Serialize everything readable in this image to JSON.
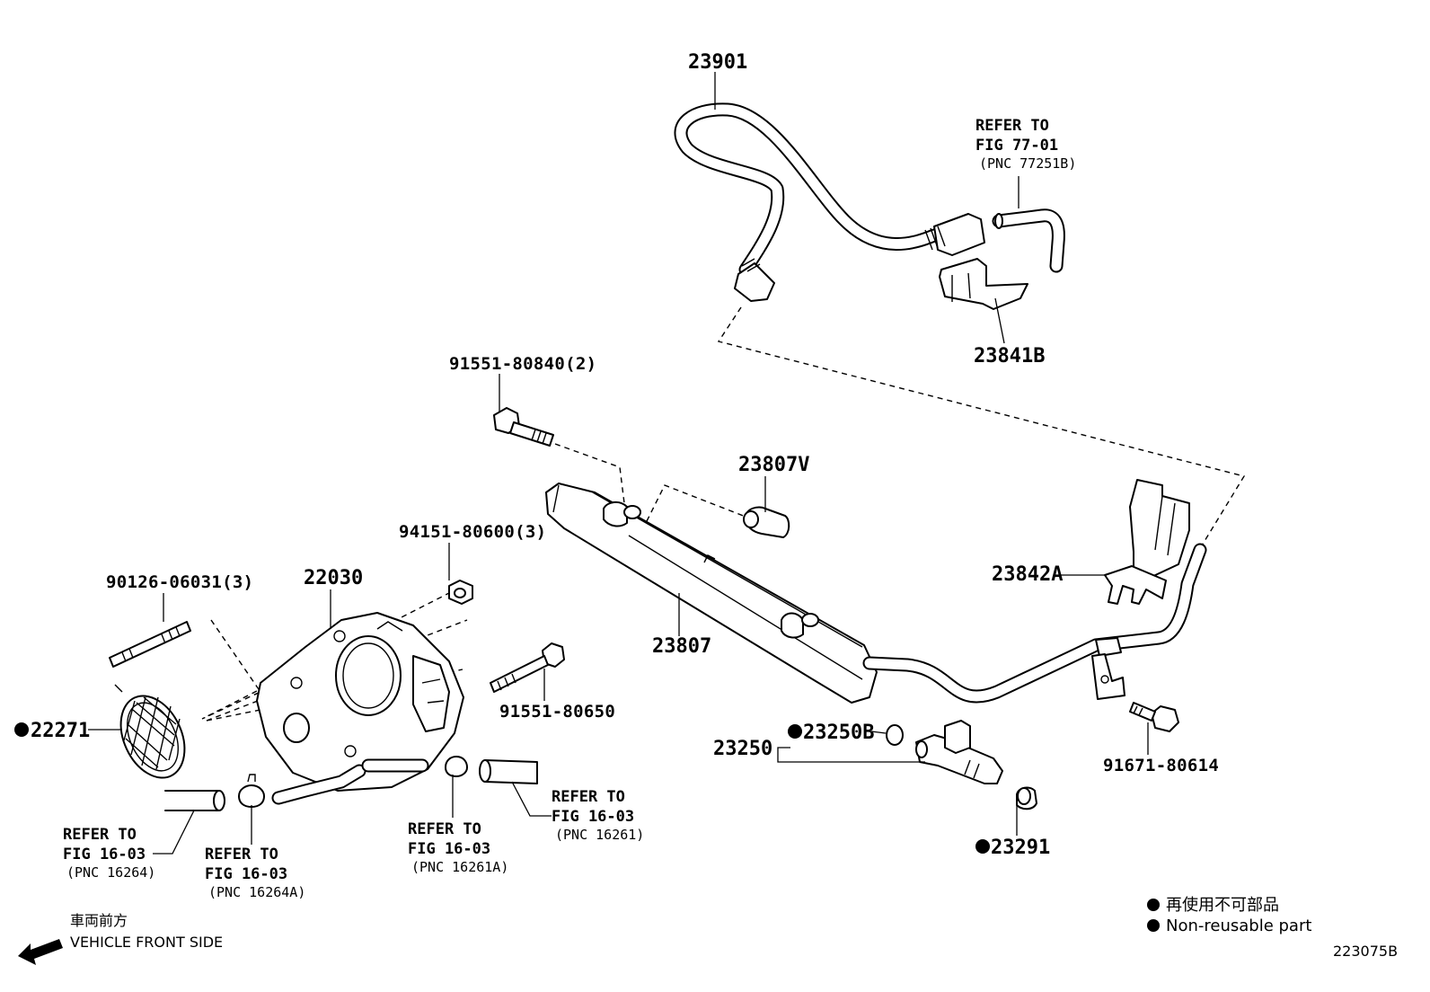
{
  "parts": {
    "fuel_hose": "23901",
    "clip_23841b": "23841B",
    "bolt_upper": "91551-80840(2)",
    "spacer": "23807V",
    "delivery_pipe": "23807",
    "clip_23842a": "23842A",
    "throttle_body": "22030",
    "nut": "94151-80600(3)",
    "stud": "90126-06031(3)",
    "gasket": "22271",
    "bolt_lower": "91551-80650",
    "bolt_right": "91671-80614",
    "injector": "23250",
    "o_ring": "23250B",
    "insulator": "23291"
  },
  "refs": {
    "fig77": {
      "line1": "REFER TO",
      "line2": "FIG 77-01",
      "line3": "(PNC 77251B)"
    },
    "pnc16264": {
      "line1": "REFER TO",
      "line2": "FIG 16-03",
      "line3": "(PNC 16264)"
    },
    "pnc16264a": {
      "line1": "REFER TO",
      "line2": "FIG 16-03",
      "line3": "(PNC 16264A)"
    },
    "pnc16261a": {
      "line1": "REFER TO",
      "line2": "FIG 16-03",
      "line3": "(PNC 16261A)"
    },
    "pnc16261": {
      "line1": "REFER TO",
      "line2": "FIG 16-03",
      "line3": "(PNC 16261)"
    }
  },
  "legend": {
    "jp": "再使用不可部品",
    "en": "Non-reusable part"
  },
  "front": {
    "jp": "車両前方",
    "en": "VEHICLE FRONT SIDE"
  },
  "figure_id": "223075B"
}
